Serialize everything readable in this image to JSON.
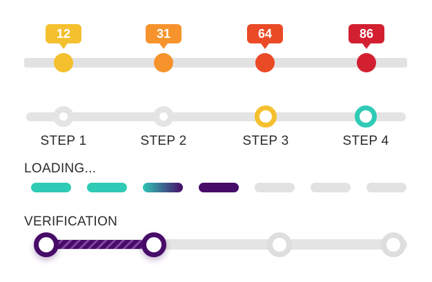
{
  "colors": {
    "background": "#FFFFFF",
    "track_gray": "#E2E2E2",
    "text": "#2B2B2B",
    "yellow": "#F5C02F",
    "orange": "#F6932D",
    "red_orange": "#EA4A26",
    "red": "#D22031",
    "teal": "#30CBB6",
    "purple": "#470B68",
    "stripe_purple": "#8247A5"
  },
  "value_slider": {
    "points": [
      {
        "value": "12",
        "color": "#F5C02F"
      },
      {
        "value": "31",
        "color": "#F6932D"
      },
      {
        "value": "64",
        "color": "#EA4A26"
      },
      {
        "value": "86",
        "color": "#D22031"
      }
    ]
  },
  "stepper": {
    "steps": [
      {
        "label": "STEP 1",
        "state": "inactive",
        "ring_color": "#E4E4E4"
      },
      {
        "label": "STEP 2",
        "state": "inactive",
        "ring_color": "#E4E4E4"
      },
      {
        "label": "STEP 3",
        "state": "active",
        "ring_color": "#F5C02F"
      },
      {
        "label": "STEP 4",
        "state": "active",
        "ring_color": "#30CBB6"
      }
    ]
  },
  "loading": {
    "label": "LOADING...",
    "segments": [
      {
        "state": "done",
        "fill": "#30CBB6"
      },
      {
        "state": "done",
        "fill": "#30CBB6"
      },
      {
        "state": "transition",
        "fill": "linear-gradient(90deg,#2FC5B6,#470B68)"
      },
      {
        "state": "current",
        "fill": "#470B68"
      },
      {
        "state": "pending",
        "fill": "#E2E2E2"
      },
      {
        "state": "pending",
        "fill": "#E2E2E2"
      },
      {
        "state": "pending",
        "fill": "#E2E2E2"
      }
    ]
  },
  "verification": {
    "label": "VERIFICATION",
    "progress_fill": "#470B68",
    "progress_stripe": "#8247A5",
    "milestones": [
      {
        "state": "complete",
        "ring_color": "#470B68"
      },
      {
        "state": "complete",
        "ring_color": "#470B68"
      },
      {
        "state": "pending",
        "ring_color": "#DEDEDE"
      },
      {
        "state": "pending",
        "ring_color": "#DEDEDE"
      }
    ]
  }
}
